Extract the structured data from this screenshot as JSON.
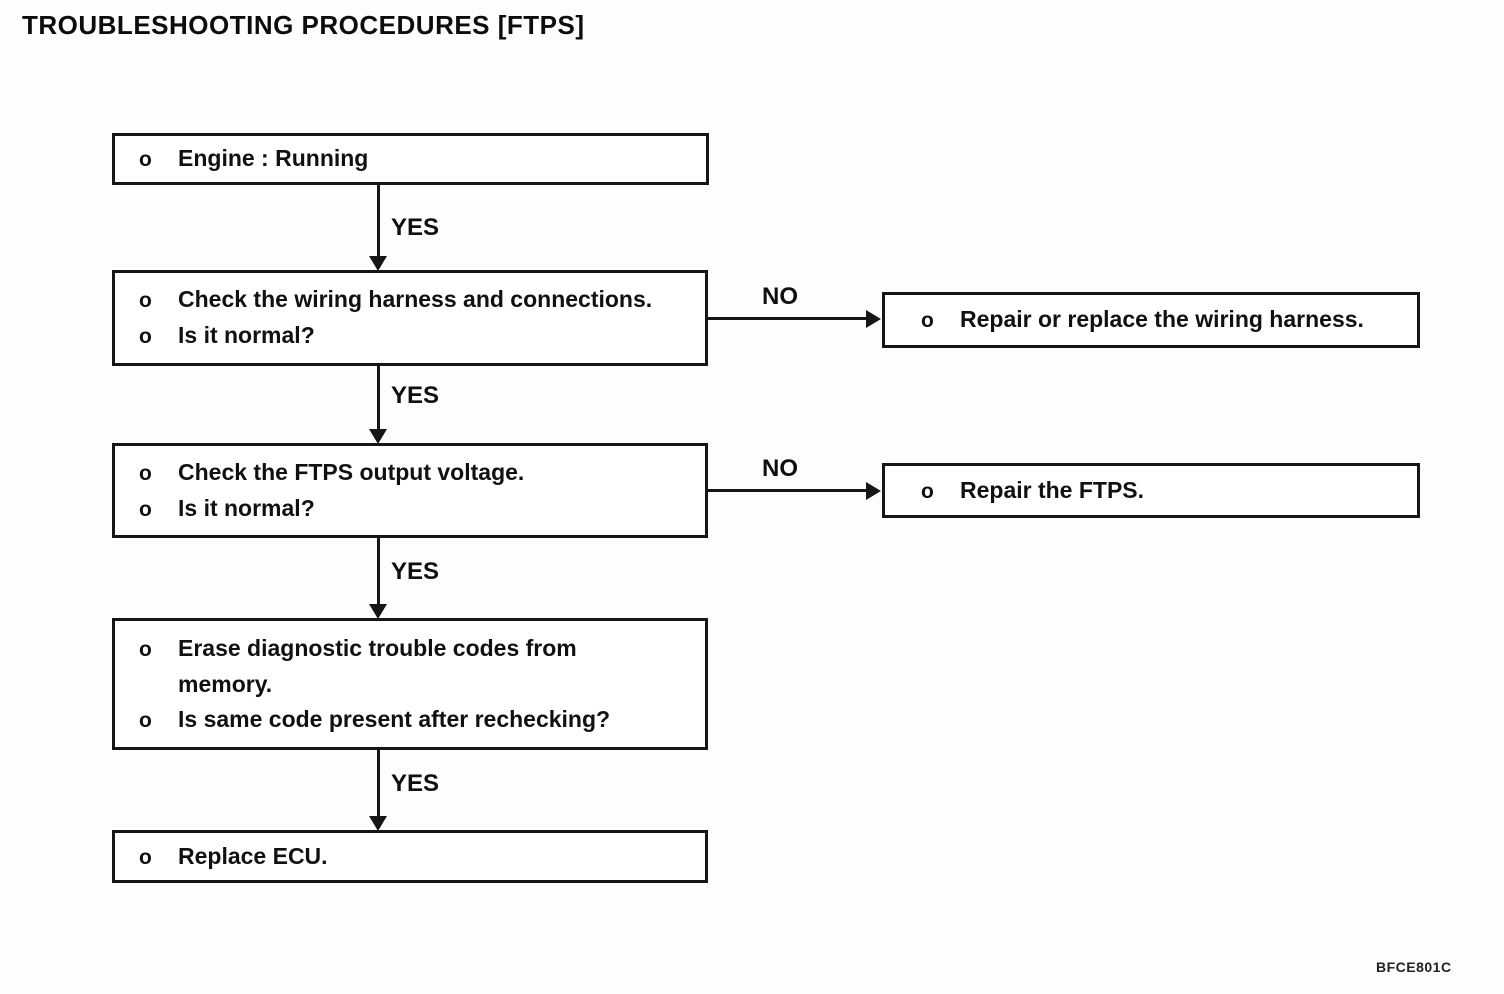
{
  "page": {
    "title": "TROUBLESHOOTING PROCEDURES [FTPS]",
    "figure_code": "BFCE801C"
  },
  "flow": {
    "bullet": "o",
    "yes_label": "YES",
    "no_label": "NO",
    "steps": {
      "engine": {
        "line1": "Engine : Running"
      },
      "wiring": {
        "line1": "Check the wiring harness and connections.",
        "line2": "Is it normal?"
      },
      "ftps_voltage": {
        "line1": "Check the FTPS output voltage.",
        "line2": "Is it normal?"
      },
      "erase_codes": {
        "line1": "Erase diagnostic trouble codes from",
        "line1_cont": "memory.",
        "line2": "Is same code present after rechecking?"
      },
      "replace_ecu": {
        "line1": "Replace ECU."
      }
    },
    "actions": {
      "repair_wiring": {
        "line1": "Repair or replace the wiring harness."
      },
      "repair_ftps": {
        "line1": "Repair the FTPS."
      }
    }
  }
}
